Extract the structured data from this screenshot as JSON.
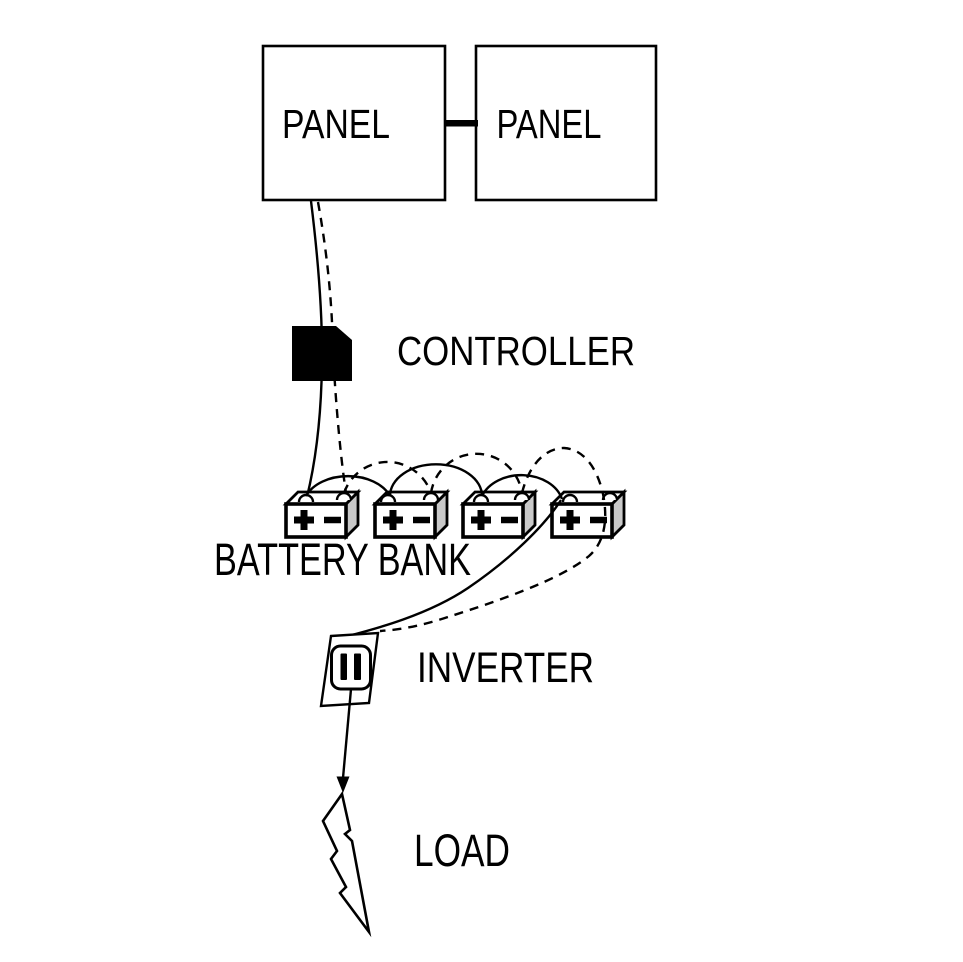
{
  "diagram": {
    "background_color": "#ffffff",
    "line_color": "#000000",
    "battery_side_color": "#c9c9c9",
    "panel_count": 2,
    "battery_count": 4,
    "labels": {
      "panel_left": "PANEL",
      "panel_right": "PANEL",
      "controller": "CONTROLLER",
      "battery_bank": "BATTERY BANK",
      "inverter": "INVERTER",
      "load": "LOAD"
    },
    "battery_terminal_symbols": {
      "positive": "+",
      "negative": "−"
    }
  }
}
